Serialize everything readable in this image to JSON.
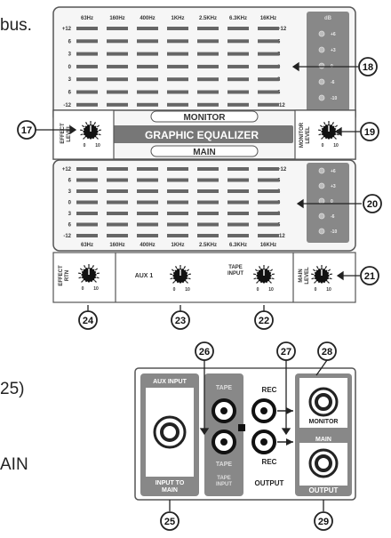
{
  "side_text": {
    "t1": "bus.",
    "t2": "25)",
    "t3": "AIN"
  },
  "freqs": [
    "63Hz",
    "160Hz",
    "400Hz",
    "1KHz",
    "2.5KHz",
    "6.3KHz",
    "16KHz"
  ],
  "scale_left": [
    "+12",
    "6",
    "3",
    "0",
    "3",
    "6",
    "-12"
  ],
  "scale_right": [
    "+12",
    "6",
    "3",
    "0",
    "3",
    "6",
    "-12"
  ],
  "meter_top": "dB",
  "meter_marks": [
    "+6",
    "+3",
    "0",
    "-6",
    "-10"
  ],
  "monitor_label": "MONITOR",
  "geq_label": "GRAPHIC EQUALIZER",
  "main_label": "MAIN",
  "effect_label": "EFFECT",
  "effect_label2": "LEVEL",
  "monitor_level": "MONITOR",
  "monitor_level2": "LEVEL",
  "effect_rtn": "EFFECT",
  "effect_rtn2": "RTN",
  "aux1": "AUX 1",
  "tape_input": "TAPE",
  "tape_input2": "INPUT",
  "main_level": "MAIN",
  "main_level2": "LEVEL",
  "knob_min": "0",
  "knob_max": "10",
  "callouts": [
    "17",
    "18",
    "19",
    "20",
    "21",
    "22",
    "23",
    "24",
    "25",
    "26",
    "27",
    "28",
    "29"
  ],
  "rear": {
    "aux_input": "AUX INPUT",
    "input_to": "INPUT TO",
    "input_to2": "MAIN",
    "tape1": "TAPE",
    "tape2": "TAPE",
    "tape_input": "TAPE",
    "tape_input2": "INPUT",
    "rec1": "REC",
    "rec2": "REC",
    "output": "OUTPUT",
    "monitor": "MONITOR",
    "main": "MAIN",
    "output2": "OUTPUT"
  }
}
